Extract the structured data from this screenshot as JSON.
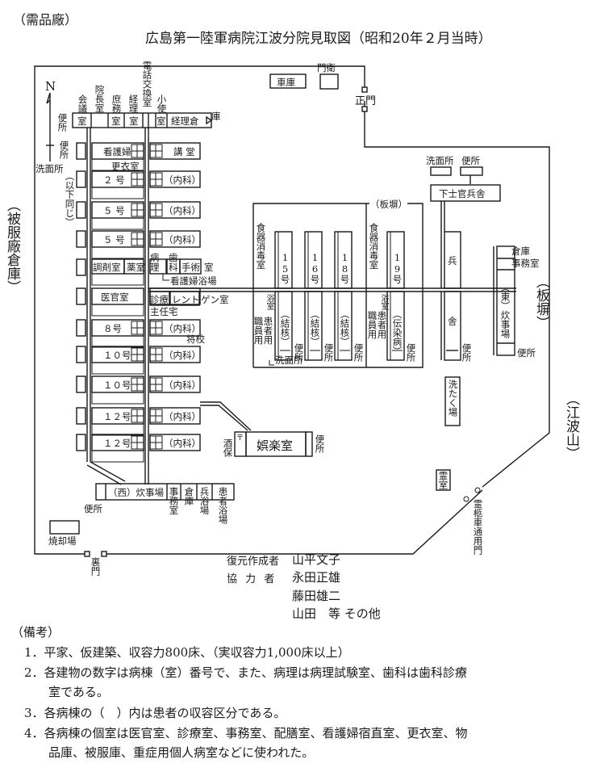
{
  "top_left_label": "（需品廠）",
  "title": "広島第一陸軍病院江波分院見取図（昭和20年２月当時）",
  "compass": "N",
  "outer_labels": {
    "left": "（被服廠倉庫）",
    "right_fence": "（板塀）",
    "right_hill": "（江波山）"
  },
  "gates": {
    "main": "正門",
    "back": "裏門",
    "hearse": "霊柩車通用門"
  },
  "top_buildings": {
    "garage": "車庫",
    "gate_guard": "門衛"
  },
  "admin_row": {
    "toilet1": "便所",
    "kaigi": "会議",
    "incho": "院長室",
    "shomu": "庶務",
    "keiri": "経理",
    "denwa": "電話交換室",
    "kozukai": "小使",
    "shitsu": "室",
    "keiri_store": "経理倉",
    "ko": "庫"
  },
  "left_column": {
    "toilet2": "便所",
    "washroom": "洗面所",
    "same_below": "（以下同じ）"
  },
  "wards_west": [
    {
      "left": "看護婦",
      "sub": "更衣室",
      "right": "講 堂"
    },
    {
      "left": "２ 号",
      "right": "（内科）"
    },
    {
      "left": "５ 号",
      "right": "（内科）"
    },
    {
      "left": "５ 号",
      "right": "（内科）"
    },
    {
      "left": "医官室",
      "sub": "",
      "right": "レントゲン室"
    },
    {
      "left": "８号",
      "right": "（内科）"
    },
    {
      "left": "１０号",
      "right": "（内科）"
    },
    {
      "left": "１０号",
      "right": "（内科）"
    },
    {
      "left": "１２号",
      "right": "（内科）"
    },
    {
      "left": "１２号",
      "right": "（内科）"
    }
  ],
  "clinic_row": {
    "chozai": "調剤室",
    "yaku": "薬室",
    "byori_top": "病",
    "byori_bottom": "理",
    "shika_top": "歯",
    "shika_bottom": "科",
    "shujutsu": "手術",
    "shitsu": "室",
    "nurse_bath": "看護婦浴場"
  },
  "exam_row": {
    "shinryo": "診療",
    "rentgen": "レント",
    "rentgen_rest": "ゲン室",
    "shunin": "主任宅",
    "shoko": "将校"
  },
  "recreation": {
    "hall": "娯楽室",
    "post": "〒",
    "canteen": "酒保",
    "toilet": "便所"
  },
  "kitchen_west": {
    "toilet": "便所",
    "kitchen": "（西）炊事場",
    "office": "事務室",
    "storage": "倉庫",
    "soldier_bath": "兵浴場",
    "patient_bath": "患者浴場"
  },
  "incinerator": "焼却場",
  "east_wards": {
    "fence": "（板塀）",
    "disinfect1": "食器消毒室",
    "disinfect2": "食器消毒室",
    "bath": "浴室",
    "staff_use": "職員用",
    "patient_use": "患者用",
    "washroom": "洗面所",
    "toilet": "便所",
    "wards": [
      {
        "no": "15号",
        "type": "（結核）"
      },
      {
        "no": "16号",
        "type": "（結核）"
      },
      {
        "no": "18号",
        "type": "（結核）"
      },
      {
        "no": "19号",
        "type": "（伝染病）"
      }
    ]
  },
  "barracks": {
    "washroom": "洗面所",
    "toilet": "便所",
    "nco": "下士官兵舎",
    "hei": "兵",
    "sha": "舎",
    "toilet2": "便所"
  },
  "east_kitchen": {
    "storage": "倉庫",
    "office": "事務室",
    "kitchen": "（東）炊事場",
    "toilet": "便所"
  },
  "laundry": "洗たく場",
  "mortuary": "霊室",
  "credits": {
    "author_label": "復元作成者",
    "author": "山平文子",
    "coop_label": "協 力 者",
    "coop": [
      "永田正雄",
      "藤田雄二",
      "山田　等 その他"
    ]
  },
  "notes": {
    "heading": "（備考）",
    "items": [
      "1．平家、仮建築、収容力800床、（実収容力1,000床以上）",
      "2．各建物の数字は病棟（室）番号で、また、病理は病理試験室、歯科は歯科診療",
      "　　室である。",
      "3．各病棟の（　）内は患者の収容区分である。",
      "4．各病棟の個室は医官室、診療室、事務室、配膳室、看護婦宿直室、更衣室、物",
      "　　品庫、被服庫、重症用個人病室などに使われた。"
    ]
  }
}
